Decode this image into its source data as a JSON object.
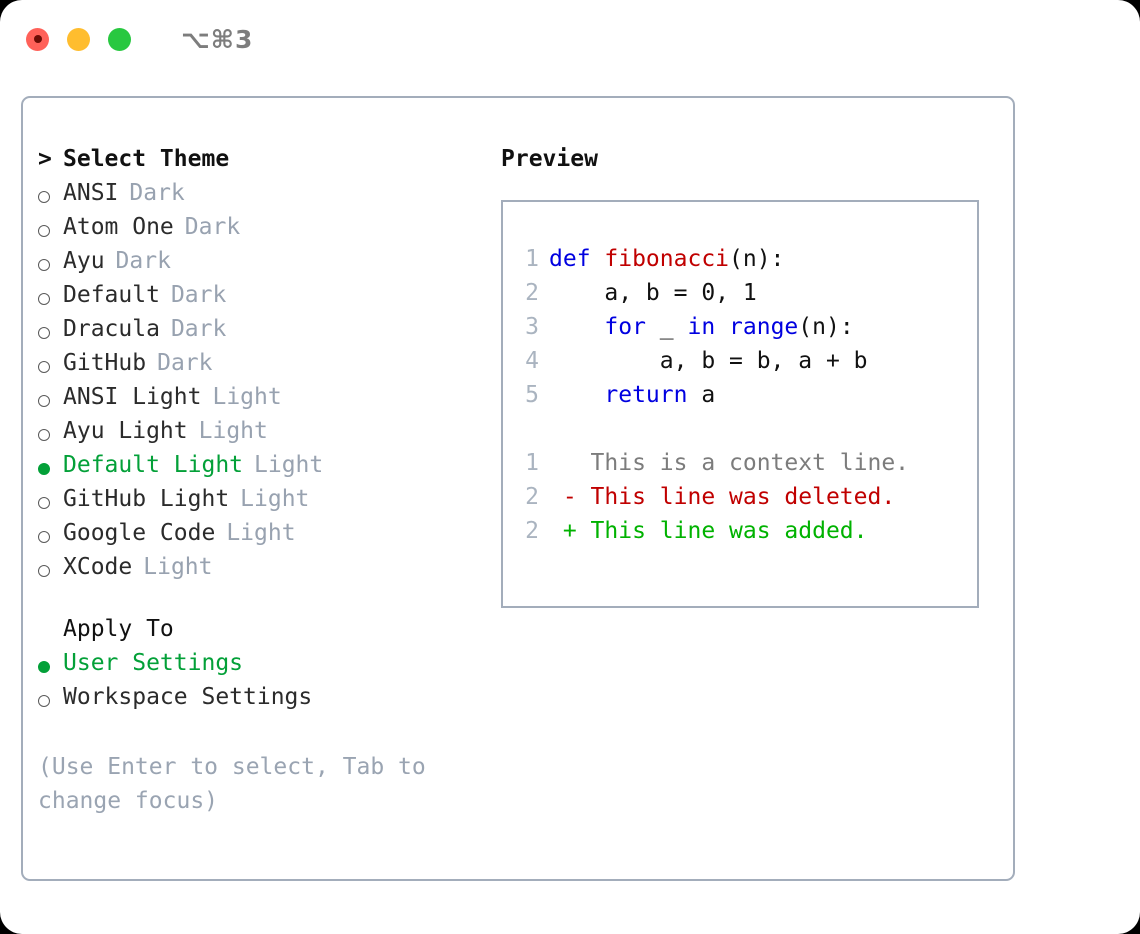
{
  "titlebar": {
    "shortcut": "⌥⌘3",
    "buttons": [
      {
        "name": "close",
        "label": "Close"
      },
      {
        "name": "minimize",
        "label": "Minimize"
      },
      {
        "name": "zoom",
        "label": "Zoom"
      }
    ]
  },
  "theme_picker": {
    "caret": ">",
    "heading": "Select Theme",
    "items": [
      {
        "bullet": "○",
        "label": "ANSI",
        "tag": "Dark",
        "selected": false
      },
      {
        "bullet": "○",
        "label": "Atom One",
        "tag": "Dark",
        "selected": false
      },
      {
        "bullet": "○",
        "label": "Ayu",
        "tag": "Dark",
        "selected": false
      },
      {
        "bullet": "○",
        "label": "Default",
        "tag": "Dark",
        "selected": false
      },
      {
        "bullet": "○",
        "label": "Dracula",
        "tag": "Dark",
        "selected": false
      },
      {
        "bullet": "○",
        "label": "GitHub",
        "tag": "Dark",
        "selected": false
      },
      {
        "bullet": "○",
        "label": "ANSI Light",
        "tag": "Light",
        "selected": false
      },
      {
        "bullet": "○",
        "label": "Ayu Light",
        "tag": "Light",
        "selected": false
      },
      {
        "bullet": "●",
        "label": "Default Light",
        "tag": "Light",
        "selected": true
      },
      {
        "bullet": "○",
        "label": "GitHub Light",
        "tag": "Light",
        "selected": false
      },
      {
        "bullet": "○",
        "label": "Google Code",
        "tag": "Light",
        "selected": false
      },
      {
        "bullet": "○",
        "label": "XCode",
        "tag": "Light",
        "selected": false
      }
    ]
  },
  "apply_to": {
    "heading": "Apply To",
    "items": [
      {
        "bullet": "●",
        "label": "User Settings",
        "selected": true
      },
      {
        "bullet": "○",
        "label": "Workspace Settings",
        "selected": false
      }
    ]
  },
  "hint": "(Use Enter to select, Tab to change focus)",
  "preview": {
    "title": "Preview",
    "code_lines": [
      {
        "num": "1",
        "indent": "",
        "tokens": [
          {
            "t": "def ",
            "c": "kw"
          },
          {
            "t": "fibonacci",
            "c": "fn"
          },
          {
            "t": "(n):",
            "c": "plain"
          }
        ]
      },
      {
        "num": "2",
        "indent": "    ",
        "tokens": [
          {
            "t": "a, b = 0, 1",
            "c": "plain"
          }
        ]
      },
      {
        "num": "3",
        "indent": "    ",
        "tokens": [
          {
            "t": "for",
            "c": "kw"
          },
          {
            "t": " _ ",
            "c": "plain"
          },
          {
            "t": "in",
            "c": "kw"
          },
          {
            "t": " ",
            "c": "plain"
          },
          {
            "t": "range",
            "c": "kw"
          },
          {
            "t": "(n):",
            "c": "plain"
          }
        ]
      },
      {
        "num": "4",
        "indent": "        ",
        "tokens": [
          {
            "t": "a, b = b, a + b",
            "c": "plain"
          }
        ]
      },
      {
        "num": "5",
        "indent": "    ",
        "tokens": [
          {
            "t": "return",
            "c": "kw"
          },
          {
            "t": " a",
            "c": "plain"
          }
        ]
      }
    ],
    "diff_lines": [
      {
        "num": "1",
        "marker": "  ",
        "text": "This is a context line.",
        "kind": "ctx"
      },
      {
        "num": "2",
        "marker": "- ",
        "text": "This line was deleted.",
        "kind": "del"
      },
      {
        "num": "2",
        "marker": "+ ",
        "text": "This line was added.",
        "kind": "add"
      }
    ]
  },
  "colors": {
    "accent_green": "#03a038",
    "tag_gray": "#98a2b0",
    "border": "#a3adbb",
    "keyword_blue": "#0000e0",
    "function_red": "#c00000",
    "diff_added": "#00b200",
    "diff_deleted": "#c00000",
    "lineno": "#aab4c0",
    "traffic_red": "#ff6159",
    "traffic_amber": "#ffbd2e",
    "traffic_green": "#28c840"
  }
}
